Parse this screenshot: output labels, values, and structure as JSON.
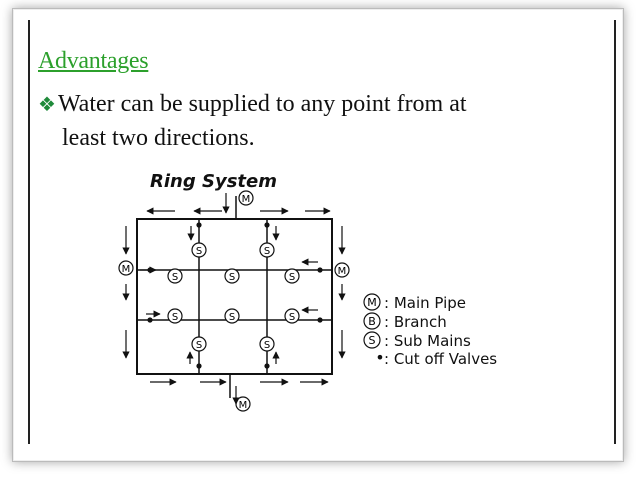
{
  "slide": {
    "heading": "Advantages",
    "bullet_symbol": "❖",
    "bullet_line1": "Water can be supplied to any point from at",
    "bullet_line2": "least two directions."
  },
  "diagram": {
    "title": "Ring System",
    "node_letter_main": "M",
    "node_letter_sub": "S",
    "legend": [
      {
        "symbol": "M",
        "text": ": Main Pipe"
      },
      {
        "symbol": "B",
        "text": ": Branch"
      },
      {
        "symbol": "S",
        "text": ": Sub Mains"
      },
      {
        "symbol": "•",
        "text": ": Cut off Valves"
      }
    ]
  },
  "colors": {
    "heading": "#2ca02c",
    "bullet_mark": "#1f8a3a",
    "ink": "#111111"
  }
}
